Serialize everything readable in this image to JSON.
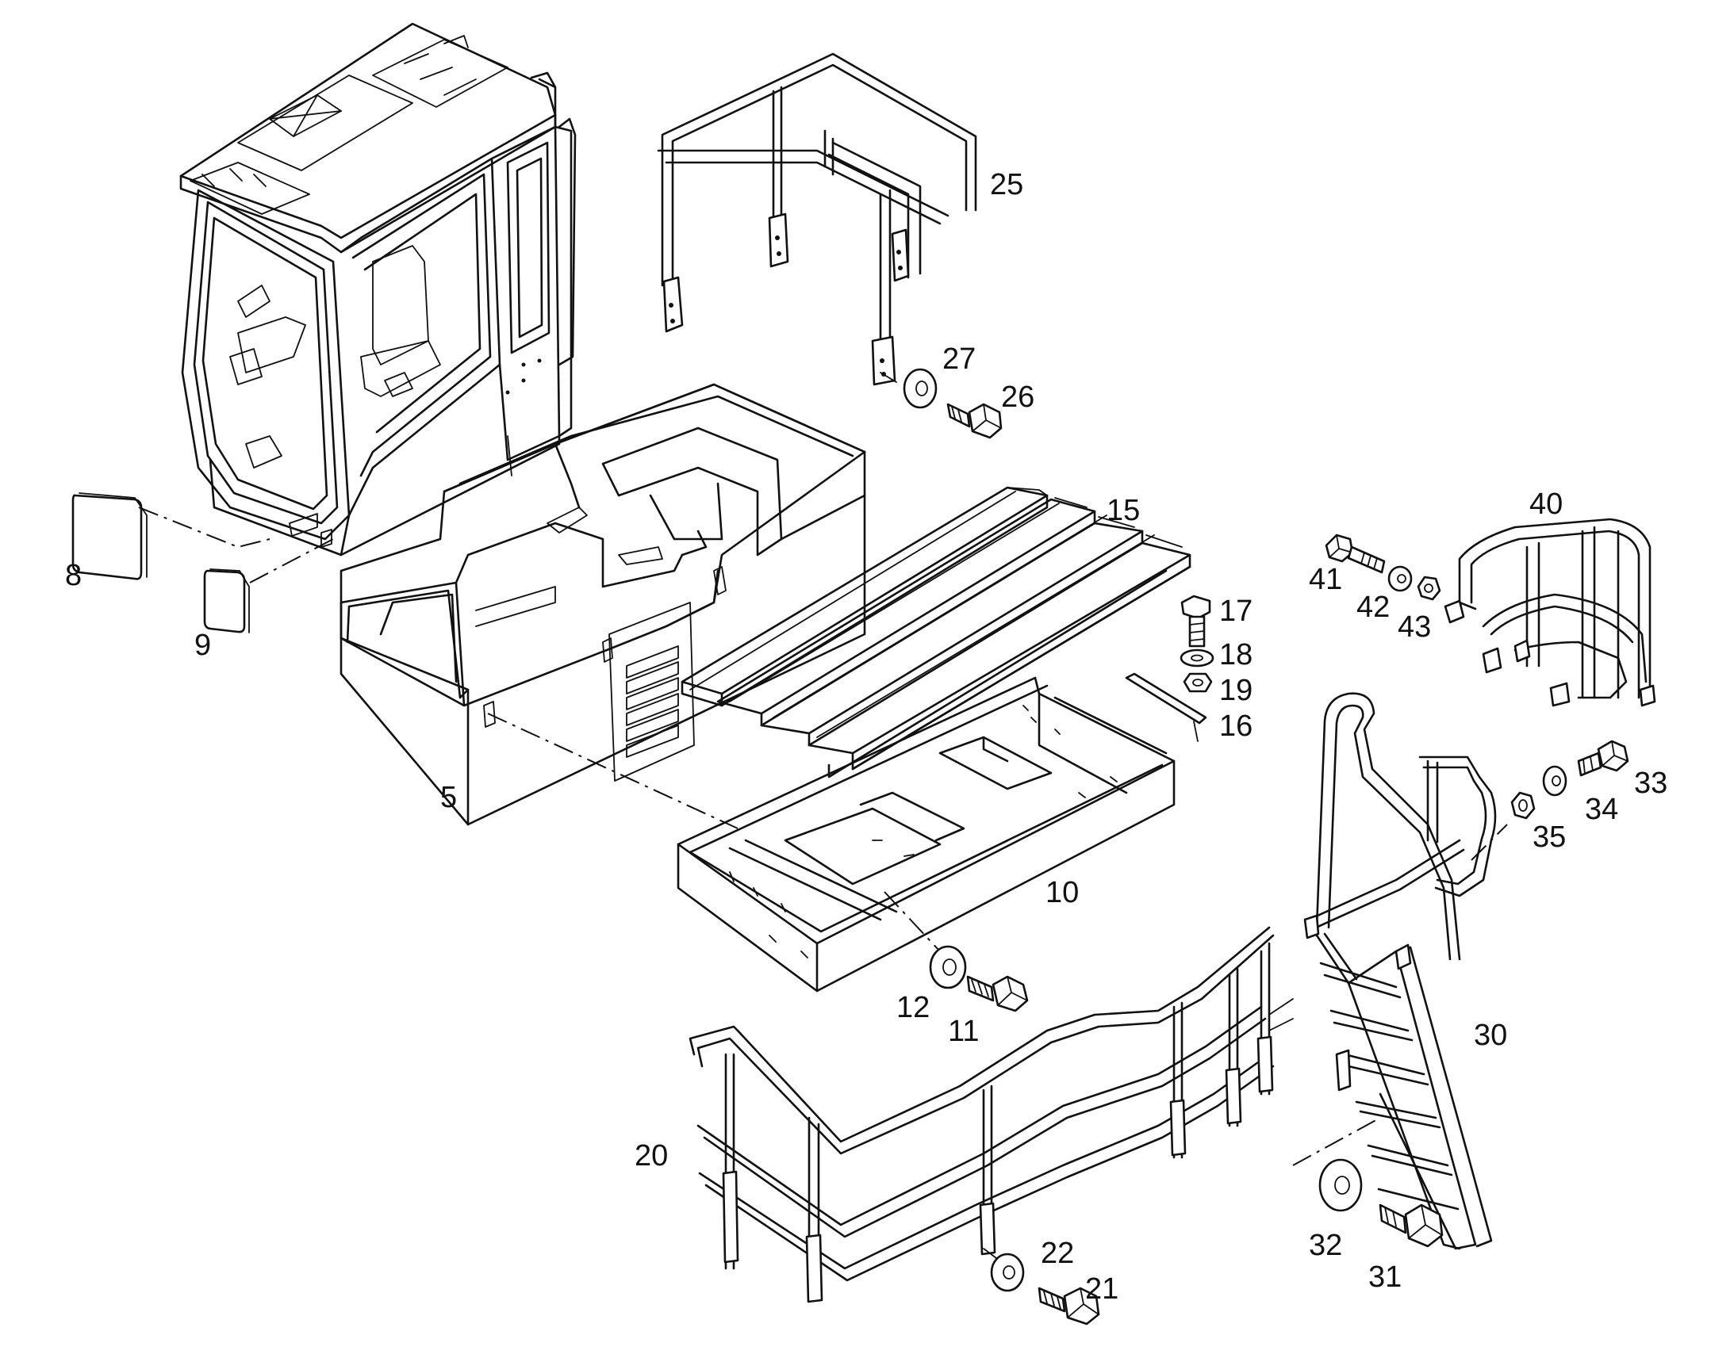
{
  "callouts": {
    "n5": "5",
    "n8": "8",
    "n9": "9",
    "n10": "10",
    "n11": "11",
    "n12": "12",
    "n15": "15",
    "n16": "16",
    "n17": "17",
    "n18": "18",
    "n19": "19",
    "n20": "20",
    "n21": "21",
    "n22": "22",
    "n25": "25",
    "n26": "26",
    "n27": "27",
    "n30": "30",
    "n31": "31",
    "n32": "32",
    "n33": "33",
    "n34": "34",
    "n35": "35",
    "n40": "40",
    "n41": "41",
    "n42": "42",
    "n43": "43"
  }
}
